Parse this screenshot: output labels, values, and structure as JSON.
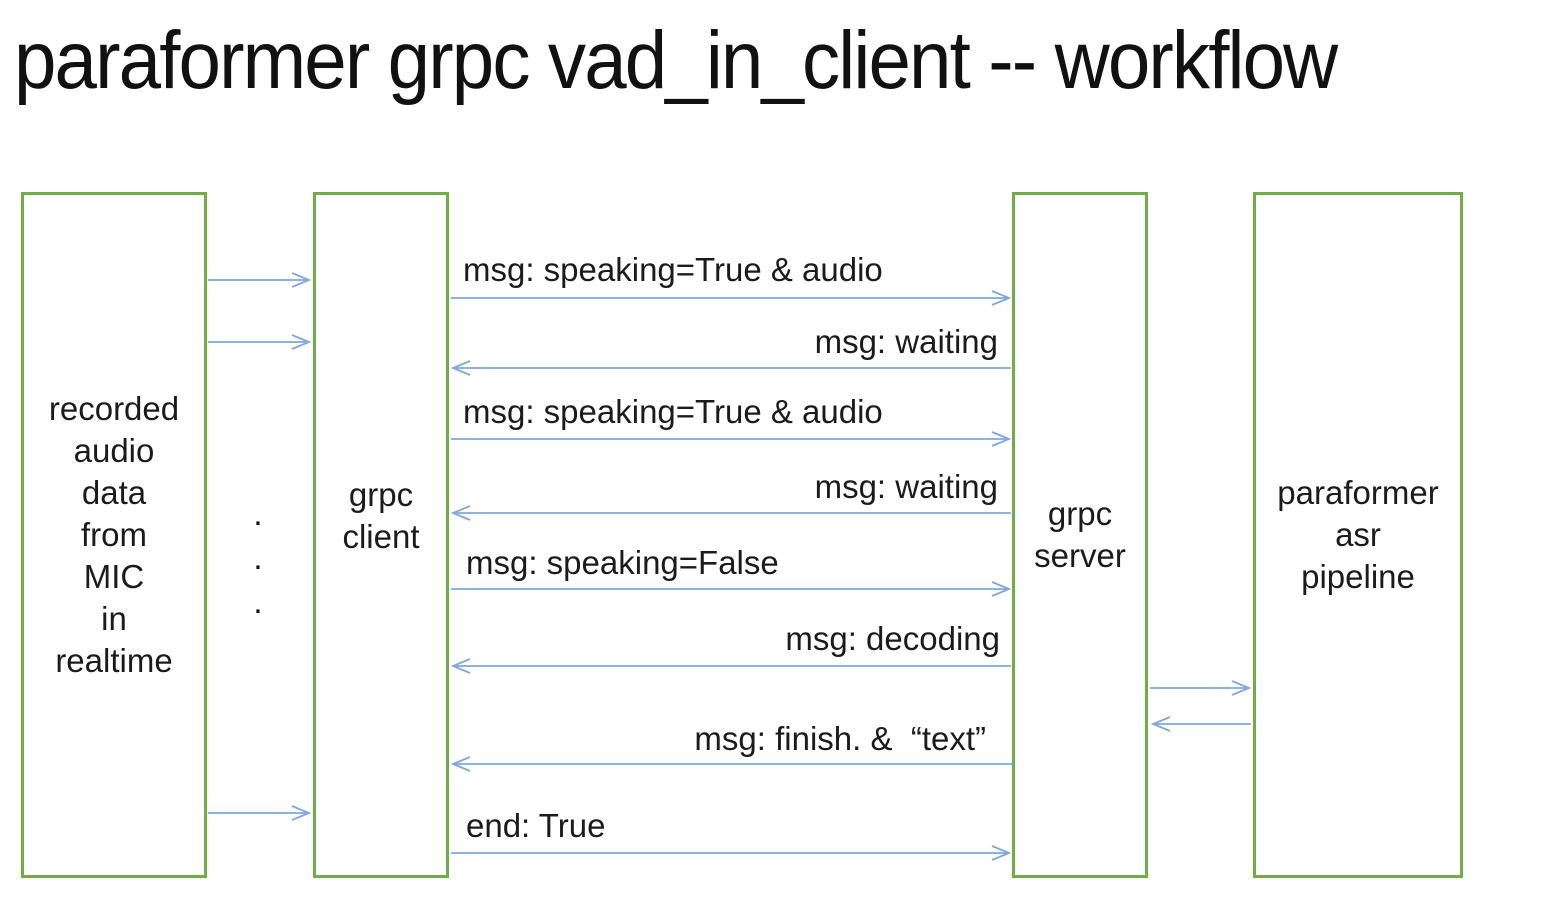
{
  "title": "paraformer grpc vad_in_client -- workflow",
  "colors": {
    "box_border": "#70AD47",
    "arrow": "#7FA8DC",
    "text": "#1b1b1b"
  },
  "nodes": {
    "mic": {
      "label": "recorded\naudio\ndata\nfrom\nMIC\nin\nrealtime"
    },
    "grpc_client": {
      "label": "grpc\nclient"
    },
    "grpc_server": {
      "label": "grpc\nserver"
    },
    "paraformer": {
      "label": "paraformer\nasr\npipeline"
    }
  },
  "decor": {
    "ellipsis": ".\n.\n."
  },
  "exchange": {
    "messages": [
      {
        "label": "msg: speaking=True & audio",
        "direction": "client-to-server"
      },
      {
        "label": "msg: waiting",
        "direction": "server-to-client"
      },
      {
        "label": "msg: speaking=True & audio",
        "direction": "client-to-server"
      },
      {
        "label": "msg: waiting",
        "direction": "server-to-client"
      },
      {
        "label": "msg: speaking=False",
        "direction": "client-to-server"
      },
      {
        "label": "msg: decoding",
        "direction": "server-to-client"
      },
      {
        "label": "msg: finish. &  “text”",
        "direction": "server-to-client"
      },
      {
        "label": "end: True",
        "direction": "client-to-server"
      }
    ]
  }
}
